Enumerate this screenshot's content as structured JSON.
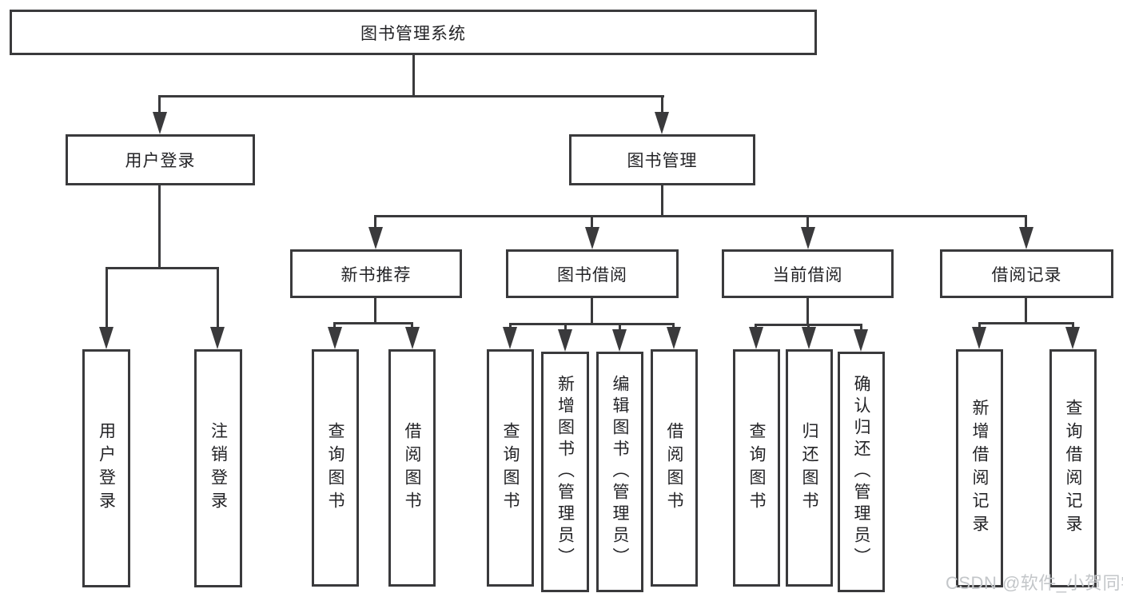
{
  "diagram": {
    "root": "图书管理系统",
    "login": {
      "label": "用户登录",
      "children": [
        "用户登录",
        "注销登录"
      ]
    },
    "manage": {
      "label": "图书管理",
      "children": [
        {
          "label": "新书推荐",
          "children": [
            "查询图书",
            "借阅图书"
          ]
        },
        {
          "label": "图书借阅",
          "children": [
            "查询图书",
            "新增图书（管理员）",
            "编辑图书（管理员）",
            "借阅图书"
          ]
        },
        {
          "label": "当前借阅",
          "children": [
            "查询图书",
            "归还图书",
            "确认归还（管理员）"
          ]
        },
        {
          "label": "借阅记录",
          "children": [
            "新增借阅记录",
            "查询借阅记录"
          ]
        }
      ]
    }
  },
  "watermark": {
    "text": "CSDN @软件_小贺同学"
  },
  "colors": {
    "line": "#3a3a3c",
    "box_border": "#3a3a3c",
    "text": "#232326",
    "watermark": "#c3c6c9",
    "background": "#ffffff"
  }
}
